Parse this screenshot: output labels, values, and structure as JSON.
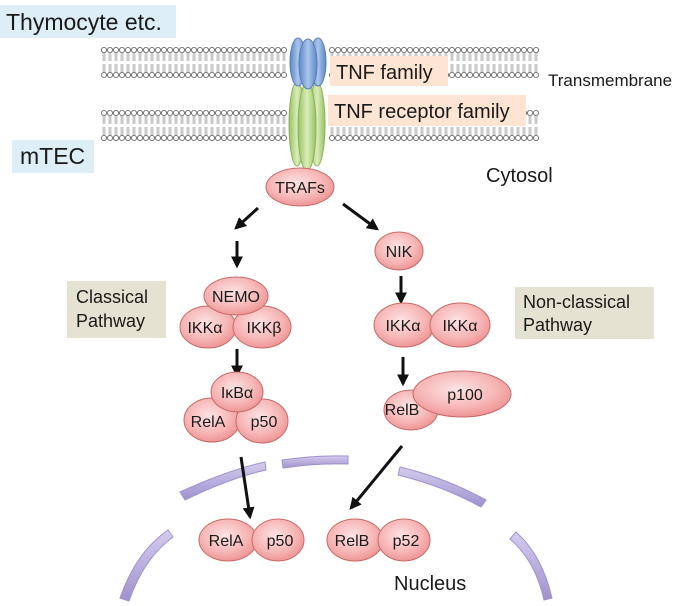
{
  "labels": {
    "thymocyte": "Thymocyte etc.",
    "mtec": "mTEC",
    "tnf_family": "TNF family",
    "tnf_receptor_family": "TNF receptor family",
    "transmembrane": "Transmembrane",
    "cytosol": "Cytosol",
    "nucleus": "Nucleus",
    "classical_line1": "Classical",
    "classical_line2": "Pathway",
    "nonclassical_line1": "Non-classical",
    "nonclassical_line2": "Pathway"
  },
  "nodes": {
    "trafs": "TRAFs",
    "nik": "NIK",
    "nemo": "NEMO",
    "ikk_alpha_classical": "IKKα",
    "ikk_beta": "IKKβ",
    "ikk_alpha_nc_1": "IKKα",
    "ikk_alpha_nc_2": "IKKα",
    "ikb_alpha": "IκBα",
    "rela_cytosol": "RelA",
    "p50_cytosol": "p50",
    "relb_cytosol": "RelB",
    "p100": "p100",
    "rela_nucleus": "RelA",
    "p50_nucleus": "p50",
    "relb_nucleus": "RelB",
    "p52": "p52"
  },
  "colors": {
    "node_fill_light": "#fbd3d3",
    "node_fill_dark": "#ee8f8f",
    "node_stroke": "#c96a6a",
    "tnf_ligand": "#7fa6d8",
    "tnf_receptor": "#b9d98a",
    "label_blue_bg": "#ddeef7",
    "label_peach_bg": "#fde4d3",
    "label_khaki_bg": "#e6e2d2",
    "nucleus_envelope": "#b9addb"
  }
}
